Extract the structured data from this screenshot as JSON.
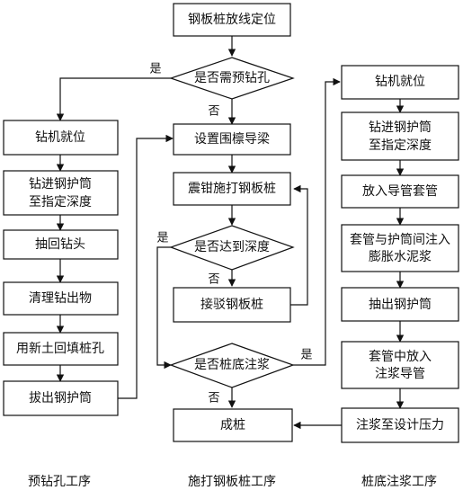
{
  "nodes": {
    "pile_positioning": "钢板桩放线定位",
    "need_predrill": "是否需预钻孔",
    "setup_guide_beam": "设置围檩导梁",
    "vibro_drive": "震钳施打钢板桩",
    "reach_depth": "是否达到深度",
    "splice_pile": "接驳钢板桩",
    "base_grouting_q": "是否桩底注浆",
    "pile_done": "成桩",
    "pre_rig_position": "钻机就位",
    "pre_drill_casing": [
      "钻进钢护筒",
      "至指定深度"
    ],
    "withdraw_bit": "抽回钻头",
    "clean_cuttings": "清理钻出物",
    "backfill_hole": "用新土回填桩孔",
    "pull_casing": "拔出钢护筒",
    "grout_rig_position": "钻机就位",
    "grout_drill_casing": [
      "钻进钢护筒",
      "至指定深度"
    ],
    "insert_guide_pipe": "放入导管套管",
    "inject_cement": [
      "套管与护筒间注入",
      "膨胀水泥浆"
    ],
    "extract_casing": "抽出钢护筒",
    "insert_grout_pipe": [
      "套管中放入",
      "注浆导管"
    ],
    "grout_to_pressure": "注浆至设计压力"
  },
  "edge_labels": {
    "predrill_yes": "是",
    "predrill_no": "否",
    "depth_yes": "是",
    "depth_no": "否",
    "grout_yes": "是",
    "grout_no": "否"
  },
  "columns": {
    "left": "预钻孔工序",
    "middle": "施打钢板桩工序",
    "right": "桩底注浆工序"
  }
}
